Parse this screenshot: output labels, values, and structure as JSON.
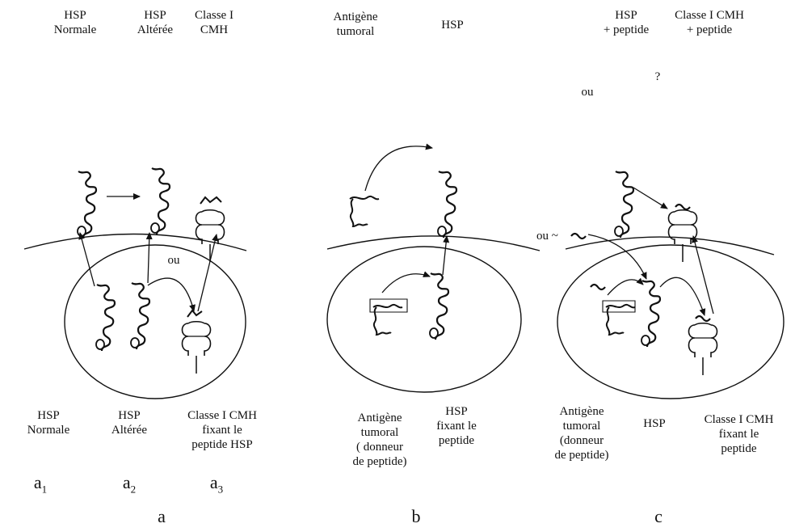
{
  "panel_a": {
    "top_labels": {
      "hsp_normal": "HSP\nNormale",
      "hsp_altered": "HSP\nAltérée",
      "mhc_class1": "Classe I\nCMH"
    },
    "ou": "ou",
    "bottom_labels": {
      "hsp_normal": "HSP\nNormale",
      "hsp_altered": "HSP\nAltérée",
      "mhc_peptide": "Classe I CMH\nfixant le\npeptide HSP"
    },
    "subpanels": {
      "a1": "a",
      "a2": "a",
      "a3": "a",
      "n1": "1",
      "n2": "2",
      "n3": "3"
    },
    "panel_letter": "a"
  },
  "panel_b": {
    "top_labels": {
      "tumor_antigen": "Antigène\ntumoral",
      "hsp": "HSP"
    },
    "bottom_labels": {
      "tumor_antigen": "Antigène\ntumoral\n( donneur\nde peptide)",
      "hsp_peptide": "HSP\nfixant le\npeptide"
    },
    "panel_letter": "b"
  },
  "panel_c": {
    "top_labels": {
      "hsp_peptide": "HSP\n+ peptide",
      "mhc_peptide": "Classe I CMH\n+ peptide"
    },
    "ou_top": "ou",
    "question": "?",
    "ou_tilde": "ou ~",
    "bottom_labels": {
      "tumor_antigen": "Antigène\ntumoral\n(donneur\nde peptide)",
      "hsp": "HSP",
      "mhc_peptide": "Classe I CMH\nfixant le\npeptide"
    },
    "panel_letter": "c"
  }
}
